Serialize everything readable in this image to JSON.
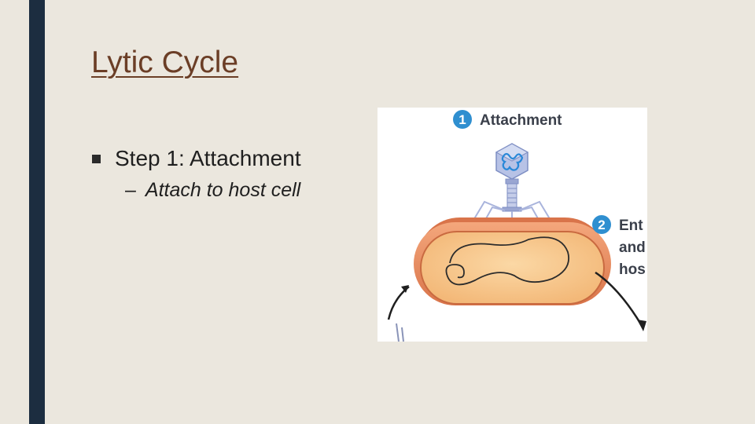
{
  "slide": {
    "title": "Lytic Cycle",
    "bullet": "Step 1: Attachment",
    "sub_bullet": "Attach to host cell"
  },
  "figure": {
    "step1_number": "1",
    "step1_label": "Attachment",
    "step2_number": "2",
    "step2_label_lines": [
      "Ent",
      "and",
      "hos"
    ]
  },
  "colors": {
    "background": "#ebe7de",
    "left_bar": "#1c2d40",
    "title": "#6b3e26",
    "step_badge": "#2f8fd0",
    "cell_wall": "#e98f62",
    "cytoplasm": "#f7c98f"
  }
}
